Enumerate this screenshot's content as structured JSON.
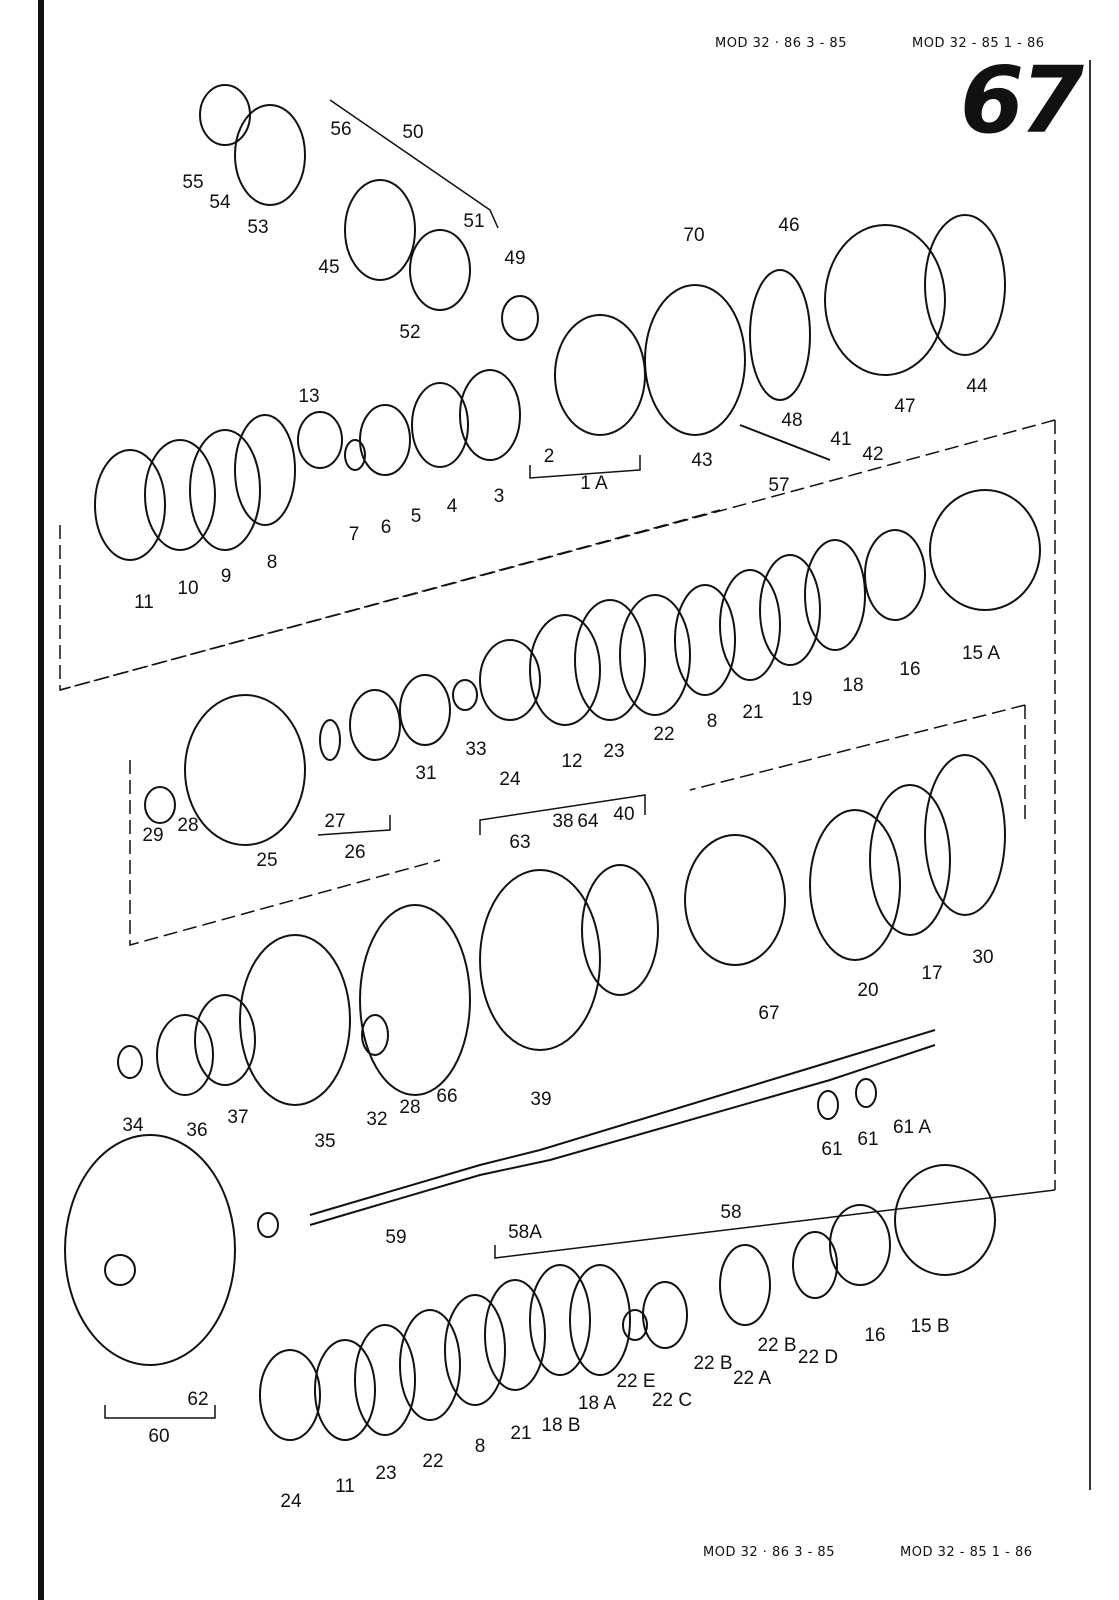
{
  "header": {
    "left": "MOD 32 · 86   3 - 85",
    "right": "MOD 32 - 85   1 - 86"
  },
  "footer": {
    "left": "MOD 32 · 86   3 - 85",
    "right": "MOD 32 - 85   1 - 86"
  },
  "page_number": "67",
  "labels": [
    "55",
    "54",
    "53",
    "56",
    "50",
    "51",
    "45",
    "52",
    "49",
    "70",
    "46",
    "13",
    "2",
    "1 A",
    "43",
    "48",
    "47",
    "44",
    "41",
    "42",
    "57",
    "7",
    "6",
    "5",
    "4",
    "3",
    "11",
    "10",
    "9",
    "8",
    "15 A",
    "16",
    "18",
    "19",
    "21",
    "8",
    "22",
    "23",
    "12",
    "24",
    "33",
    "31",
    "27",
    "26",
    "29",
    "28",
    "25",
    "38",
    "63",
    "64",
    "40",
    "67",
    "20",
    "17",
    "30",
    "34",
    "36",
    "37",
    "35",
    "32",
    "28",
    "66",
    "39",
    "61",
    "61",
    "61 A",
    "59",
    "58A",
    "58",
    "60",
    "62",
    "24",
    "11",
    "23",
    "22",
    "8",
    "21",
    "18 B",
    "18 A",
    "22 E",
    "22 C",
    "22 B",
    "22 A",
    "22 B",
    "22 D",
    "16",
    "15 B"
  ]
}
